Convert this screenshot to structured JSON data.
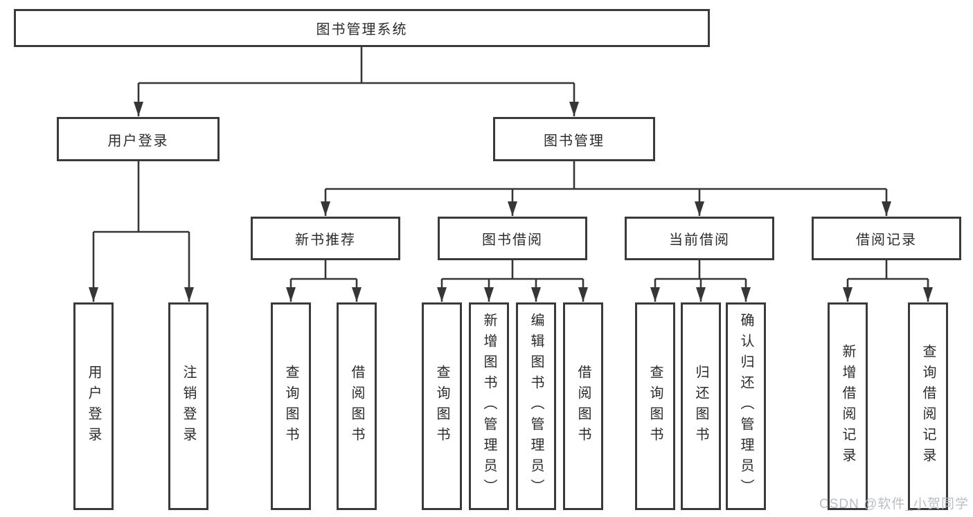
{
  "tree": {
    "root": {
      "label": "图书管理系统"
    },
    "branches": [
      {
        "label": "用户登录",
        "leaves": [
          "用户登录",
          "注销登录"
        ]
      },
      {
        "label": "图书管理",
        "groups": [
          {
            "label": "新书推荐",
            "leaves": [
              "查询图书",
              "借阅图书"
            ]
          },
          {
            "label": "图书借阅",
            "leaves": [
              "查询图书",
              "新增图书（管理员）",
              "编辑图书（管理员）",
              "借阅图书"
            ]
          },
          {
            "label": "当前借阅",
            "leaves": [
              "查询图书",
              "归还图书",
              "确认归还（管理员）"
            ]
          },
          {
            "label": "借阅记录",
            "leaves": [
              "新增借阅记录",
              "查询借阅记录"
            ]
          }
        ]
      }
    ]
  },
  "watermark": {
    "text": "CSDN @软件_小贺同学"
  },
  "colors": {
    "line": "#363636",
    "node_border": "#3a3a3a",
    "text": "#2b2b2b",
    "background": "#ffffff",
    "watermark": "#b6bac1"
  }
}
